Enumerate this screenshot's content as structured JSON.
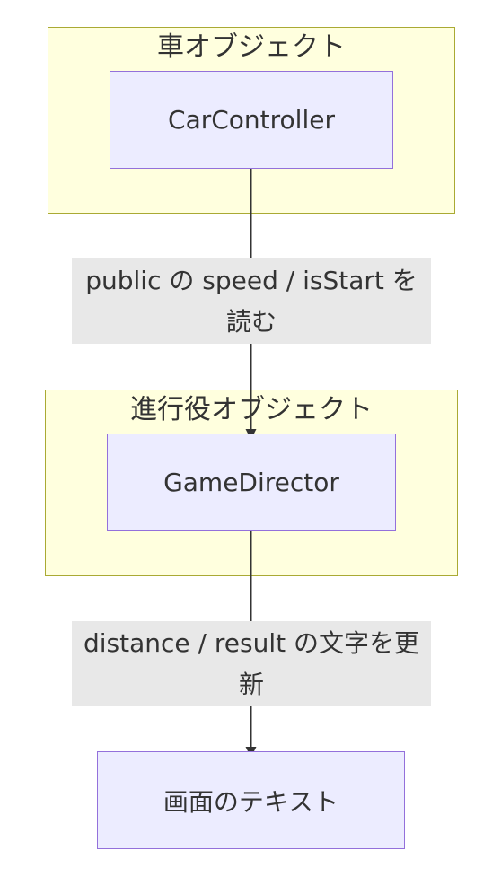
{
  "groups": {
    "car": {
      "title": "車オブジェクト"
    },
    "director": {
      "title": "進行役オブジェクト"
    }
  },
  "nodes": {
    "car_controller": "CarController",
    "game_director": "GameDirector",
    "screen_text": "画面のテキスト"
  },
  "edges": {
    "car_to_director": "public の speed / isStart を読む",
    "director_to_text": "distance / result の文字を更新"
  },
  "colors": {
    "group_fill": "#ffffde",
    "group_border": "#aaaa33",
    "node_fill": "#ececff",
    "node_border": "#9370db",
    "label_fill": "#e8e8e8",
    "edge": "#333333"
  }
}
